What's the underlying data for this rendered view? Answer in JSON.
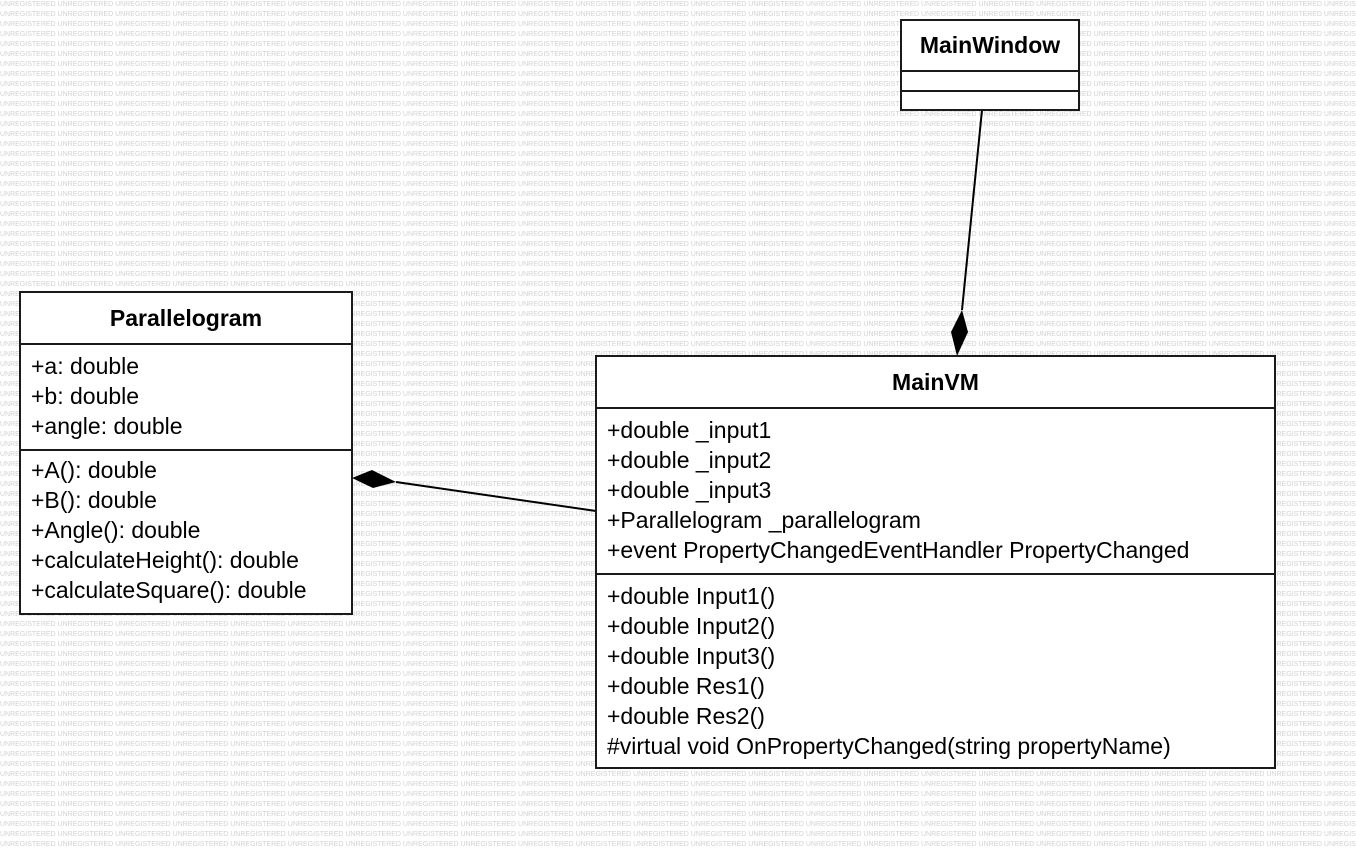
{
  "watermark_text": "UNREGISTERED",
  "classes": {
    "main_window": {
      "name": "MainWindow",
      "attributes": [],
      "operations": []
    },
    "parallelogram": {
      "name": "Parallelogram",
      "attributes": [
        "+a: double",
        "+b: double",
        "+angle: double"
      ],
      "operations": [
        "+A(): double",
        "+B(): double",
        "+Angle(): double",
        "+calculateHeight(): double",
        "+calculateSquare(): double"
      ]
    },
    "main_vm": {
      "name": "MainVM",
      "attributes": [
        "+double _input1",
        "+double _input2",
        "+double _input3",
        "+Parallelogram _parallelogram",
        "+event PropertyChangedEventHandler PropertyChanged"
      ],
      "operations": [
        "+double Input1()",
        "+double Input2()",
        "+double Input3()",
        "+double Res1()",
        "+double Res2()",
        "#virtual void OnPropertyChanged(string propertyName)"
      ]
    }
  },
  "relationships": [
    {
      "type": "composition",
      "whole": "MainVM",
      "part": "MainWindow"
    },
    {
      "type": "composition",
      "whole": "Parallelogram",
      "part": "MainVM"
    }
  ]
}
